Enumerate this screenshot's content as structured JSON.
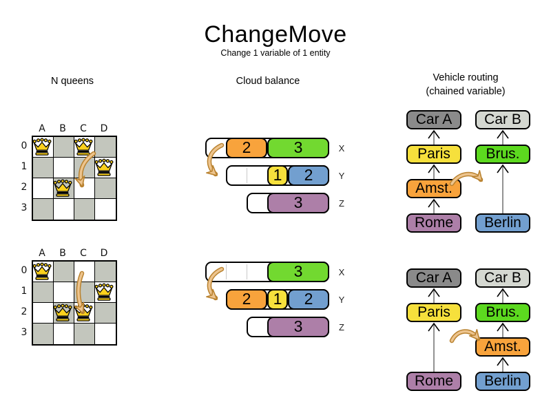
{
  "header": {
    "title": "ChangeMove",
    "subtitle": "Change 1 variable of 1 entity"
  },
  "columns": [
    {
      "label": "N queens"
    },
    {
      "label": "Cloud balance"
    },
    {
      "label": "Vehicle routing",
      "sublabel": "(chained variable)"
    }
  ],
  "colors": {
    "orange": "#f8a33c",
    "green": "#72d930",
    "yellow": "#f6e03c",
    "blue": "#729fcf",
    "purple": "#ad7fa8",
    "brus_green": "#5cd91f",
    "car_a": "#8a8a8a",
    "car_b": "#d5d8d1",
    "board_gray": "#c3c6bd",
    "queen_gold": "#fcd11d",
    "arrow_light": "#edc48e",
    "arrow_dark": "#b9822f",
    "link_gray": "#777777"
  },
  "nqueens": {
    "col_labels": [
      "A",
      "B",
      "C",
      "D"
    ],
    "row_labels": [
      "0",
      "1",
      "2",
      "3"
    ],
    "boards": [
      {
        "name": "before",
        "queens": [
          [
            0,
            0
          ],
          [
            2,
            0
          ],
          [
            3,
            1
          ],
          [
            1,
            2
          ]
        ]
      },
      {
        "name": "after",
        "queens": [
          [
            0,
            0
          ],
          [
            3,
            1
          ],
          [
            1,
            2
          ],
          [
            2,
            2
          ]
        ]
      }
    ]
  },
  "cloud": {
    "diagrams": [
      {
        "name": "before",
        "rows": [
          {
            "label": "X",
            "offset": 0,
            "capacity": 6,
            "blocks": [
              {
                "value": 2,
                "color": "orange"
              },
              {
                "value": 3,
                "color": "green"
              }
            ]
          },
          {
            "label": "Y",
            "offset": 1,
            "capacity": 5,
            "blocks": [
              {
                "value": 1,
                "color": "yellow"
              },
              {
                "value": 2,
                "color": "blue"
              }
            ]
          },
          {
            "label": "Z",
            "offset": 2,
            "capacity": 4,
            "blocks": [
              {
                "value": 3,
                "color": "purple"
              }
            ]
          }
        ]
      },
      {
        "name": "after",
        "rows": [
          {
            "label": "X",
            "offset": 0,
            "capacity": 6,
            "blocks": [
              {
                "value": 3,
                "color": "green"
              }
            ]
          },
          {
            "label": "Y",
            "offset": 1,
            "capacity": 5,
            "blocks": [
              {
                "value": 2,
                "color": "orange"
              },
              {
                "value": 1,
                "color": "yellow"
              },
              {
                "value": 2,
                "color": "blue"
              }
            ]
          },
          {
            "label": "Z",
            "offset": 2,
            "capacity": 4,
            "blocks": [
              {
                "value": 3,
                "color": "purple"
              }
            ]
          }
        ]
      }
    ]
  },
  "vehicle": {
    "diagrams": [
      {
        "name": "before",
        "chains": [
          {
            "column": "left",
            "boxes": [
              {
                "label": "Car A",
                "color": "car_a",
                "slot": 0
              },
              {
                "label": "Paris",
                "color": "yellow",
                "slot": 1
              },
              {
                "label": "Amst.",
                "color": "orange",
                "slot": 2
              },
              {
                "label": "Rome",
                "color": "purple",
                "slot": 3
              }
            ]
          },
          {
            "column": "right",
            "boxes": [
              {
                "label": "Car B",
                "color": "car_b",
                "slot": 0
              },
              {
                "label": "Brus.",
                "color": "brus_green",
                "slot": 1
              },
              {
                "label": "Berlin",
                "color": "blue",
                "slot": 3
              }
            ]
          }
        ]
      },
      {
        "name": "after",
        "chains": [
          {
            "column": "left",
            "boxes": [
              {
                "label": "Car A",
                "color": "car_a",
                "slot": 0
              },
              {
                "label": "Paris",
                "color": "yellow",
                "slot": 1
              },
              {
                "label": "Rome",
                "color": "purple",
                "slot": 3
              }
            ]
          },
          {
            "column": "right",
            "boxes": [
              {
                "label": "Car B",
                "color": "car_b",
                "slot": 0
              },
              {
                "label": "Brus.",
                "color": "brus_green",
                "slot": 1
              },
              {
                "label": "Amst.",
                "color": "orange",
                "slot": 2
              },
              {
                "label": "Berlin",
                "color": "blue",
                "slot": 3
              }
            ]
          }
        ]
      }
    ]
  }
}
